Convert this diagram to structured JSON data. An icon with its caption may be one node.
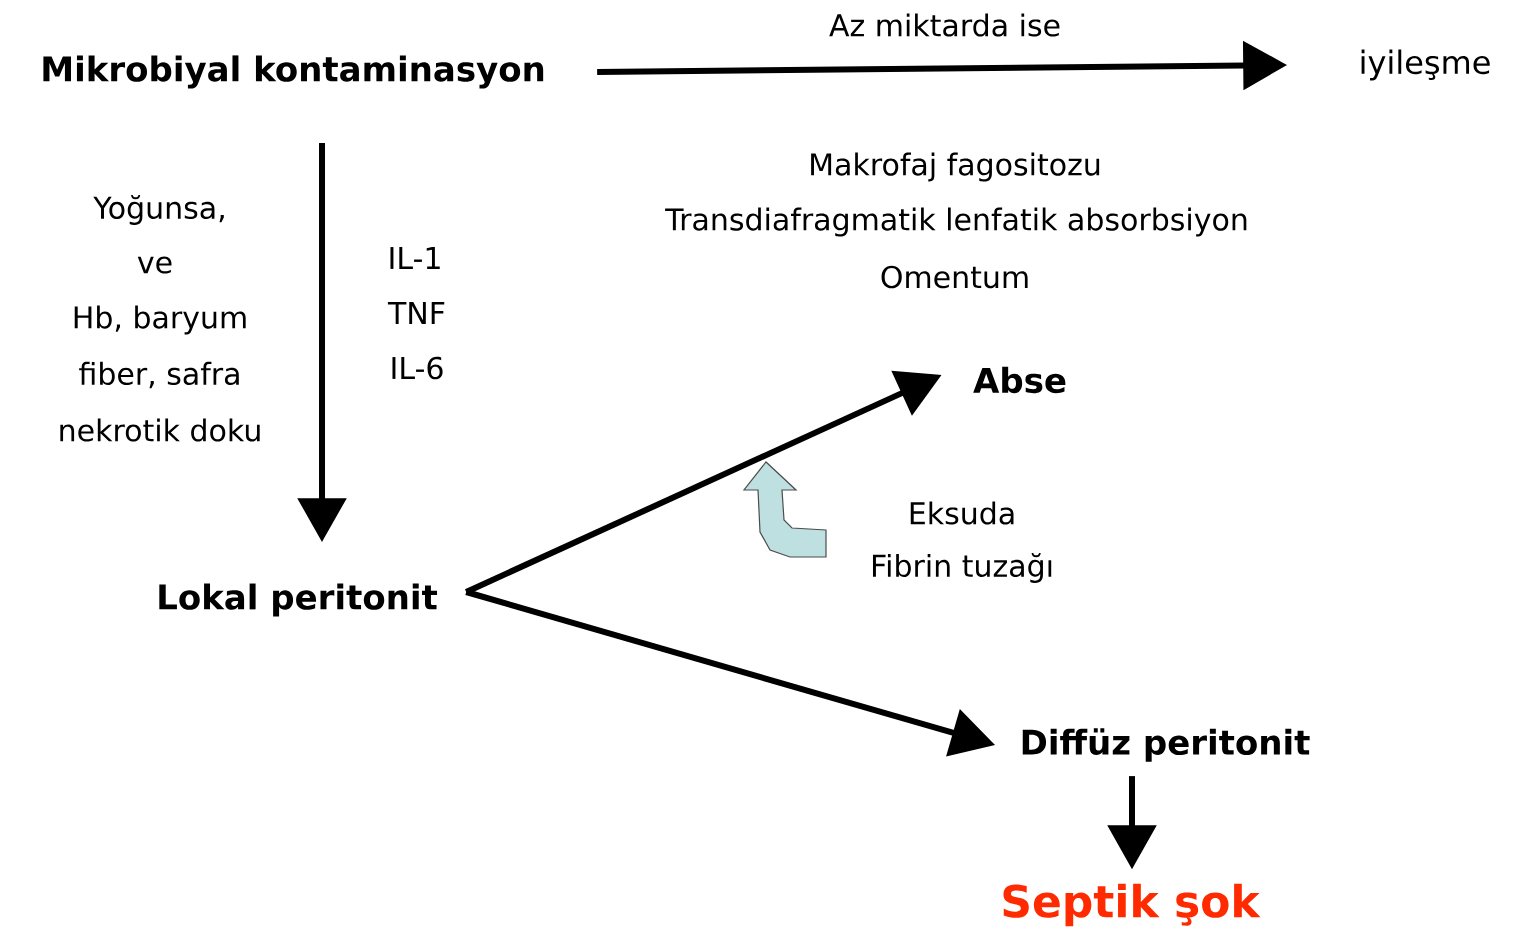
{
  "diagram": {
    "nodes": [
      {
        "text": [
          "Mikrobiyal kontaminasyon"
        ]
      },
      {
        "text": [
          "iyileşme"
        ]
      },
      {
        "text": [
          "Lokal peritonit"
        ]
      },
      {
        "text": [
          "Abse"
        ]
      },
      {
        "text": [
          "Diffüz peritonit"
        ]
      },
      {
        "text": [
          "Septik şok"
        ]
      }
    ],
    "edges": [
      {
        "from": 0,
        "to": 1,
        "arrow": "to",
        "label": "Az miktarda ise"
      },
      {
        "from": 0,
        "to": 2,
        "arrow": "to"
      },
      {
        "from": 2,
        "to": 3,
        "arrow": "to"
      },
      {
        "from": 2,
        "to": 4,
        "arrow": "to"
      },
      {
        "from": 4,
        "to": 5,
        "arrow": "to"
      }
    ],
    "labels": [
      "Makrofaj fagositozu",
      "Transdiafragmatik lenfatik absorbsiyon",
      "Omentum",
      "Yoğunsa,",
      "ve",
      "Hb, baryum",
      "fiber, safra",
      "nekrotik doku",
      "IL-1",
      "TNF",
      "IL-6",
      "Eksuda",
      "Fibrin tuzağı"
    ]
  }
}
